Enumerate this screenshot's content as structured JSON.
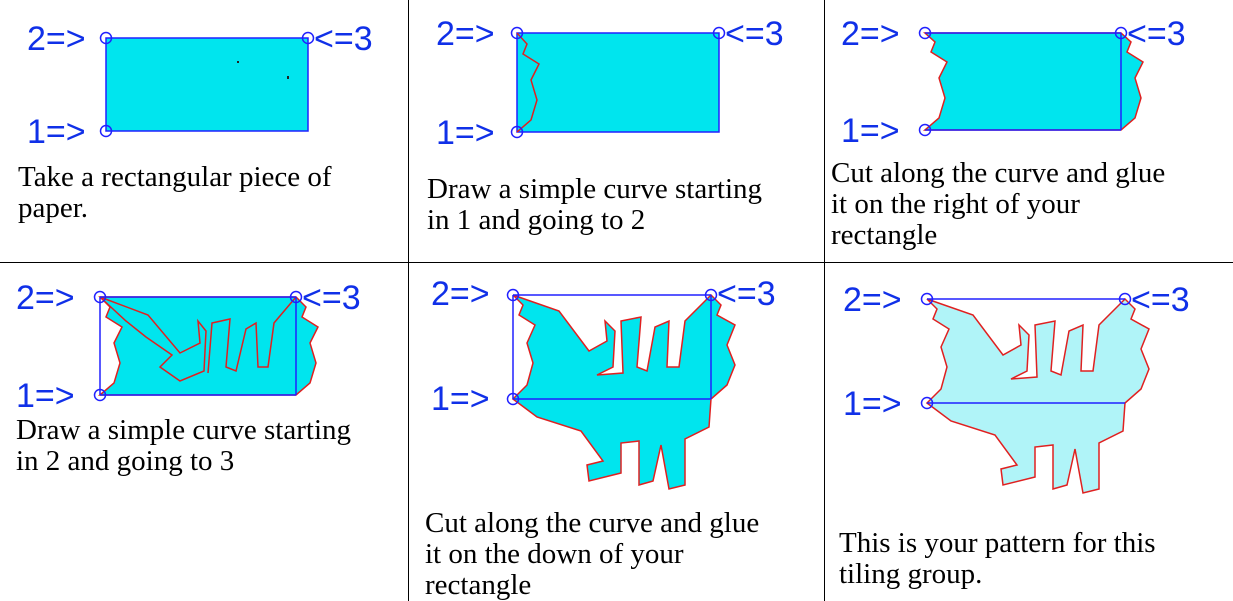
{
  "colors": {
    "fill": "#00e5ee",
    "fill_light": "#b0f4f8",
    "rect_stroke": "#2020ff",
    "curve_stroke": "#e02020",
    "label_color": "#1030e8"
  },
  "labels": {
    "point1": "1=>",
    "point2": "2=>",
    "point3": "<=3"
  },
  "steps": [
    {
      "caption": "Take a rectangular piece of\npaper."
    },
    {
      "caption": "Draw a simple curve starting\nin 1 and going to  2"
    },
    {
      "caption": "Cut along the curve and glue\nit on the right of your\nrectangle"
    },
    {
      "caption": "Draw a simple curve starting\nin 2 and going to  3"
    },
    {
      "caption": "Cut along the curve and glue\nit on the down of your\nrectangle"
    },
    {
      "caption": "This is your pattern for this\ntiling group."
    }
  ]
}
